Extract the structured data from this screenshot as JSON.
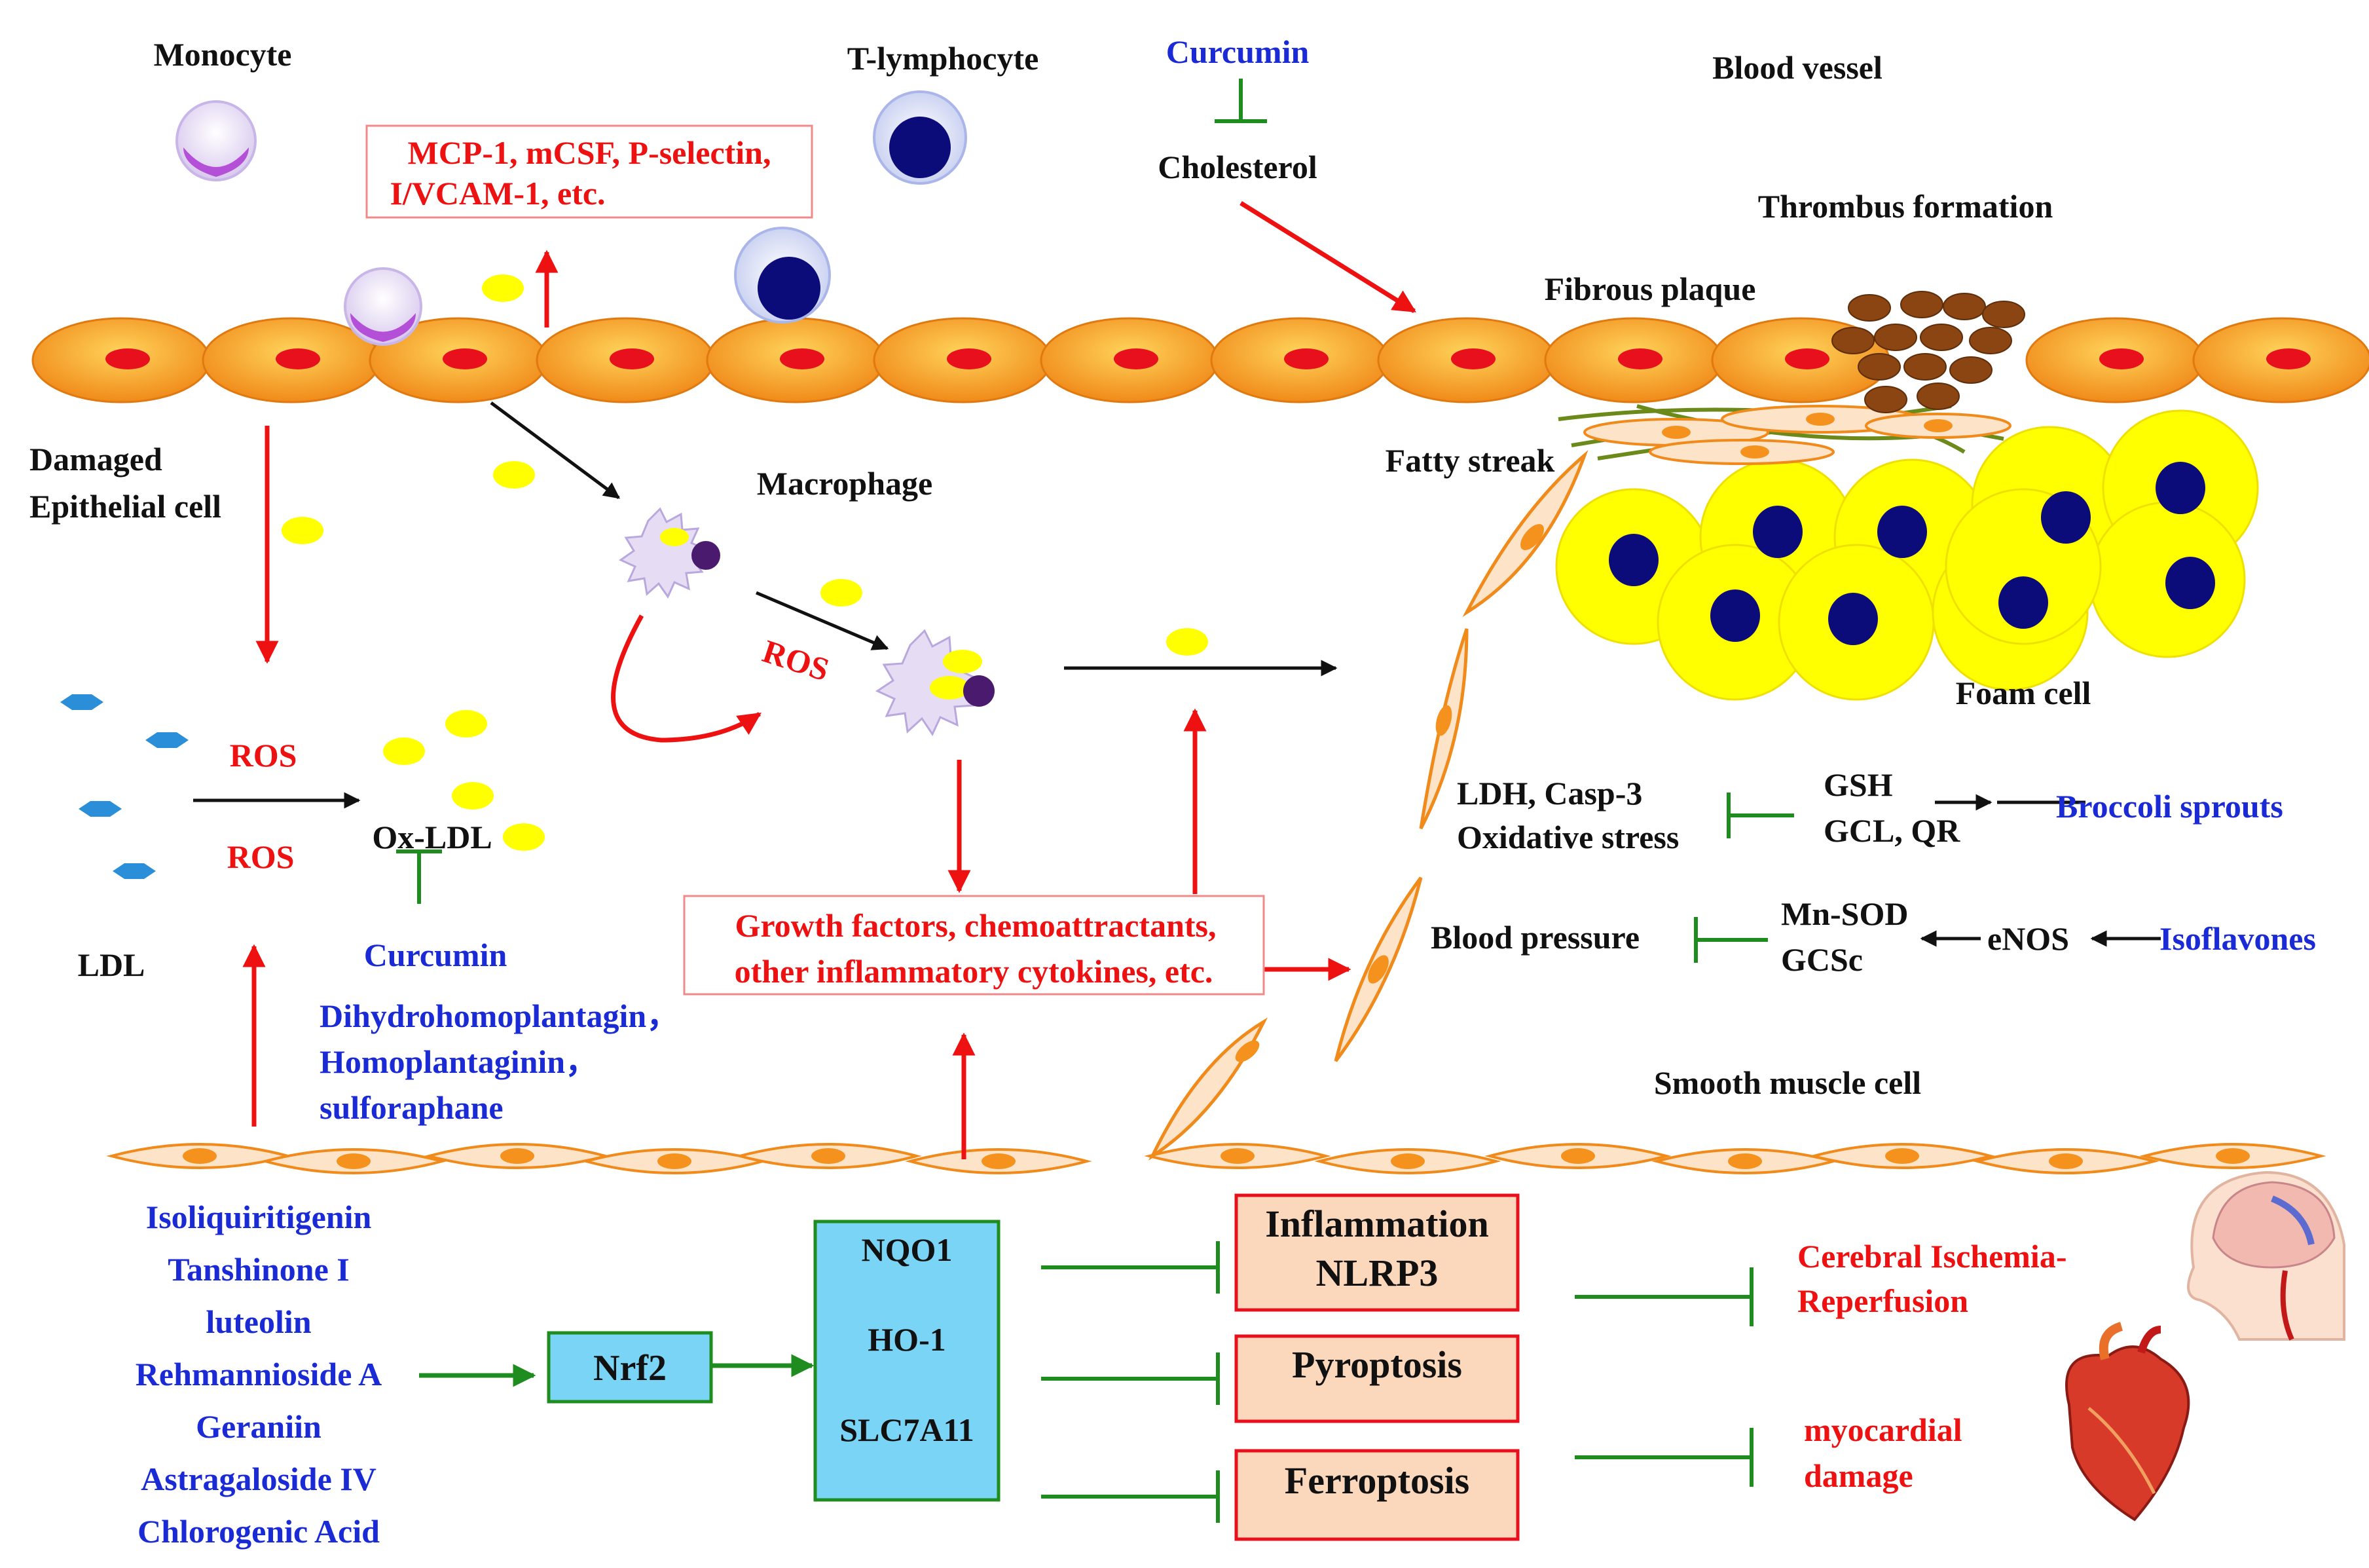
{
  "labels": {
    "monocyte": "Monocyte",
    "t_lymphocyte": "T-lymphocyte",
    "curcumin_top": "Curcumin",
    "blood_vessel": "Blood vessel",
    "cholesterol": "Cholesterol",
    "thrombus_formation": "Thrombus formation",
    "fibrous_plaque": "Fibrous plaque",
    "fatty_streak": "Fatty streak",
    "damaged_epithelial_1": "Damaged",
    "damaged_epithelial_2": "Epithelial cell",
    "macrophage": "Macrophage",
    "ros_macrophage": "ROS",
    "foam_cell": "Foam cell",
    "ros_upper": "ROS",
    "ros_lower": "ROS",
    "ox_ldl": "Ox-LDL",
    "ldl": "LDL",
    "curcumin_mid": "Curcumin",
    "smooth_muscle_cell": "Smooth muscle cell",
    "ldh_casp3": "LDH, Casp-3",
    "oxidative_stress": "Oxidative stress",
    "gsh": "GSH",
    "gcl_qr": "GCL, QR",
    "broccoli_sprouts": "Broccoli sprouts",
    "blood_pressure": "Blood pressure",
    "mn_sod": "Mn-SOD",
    "gcsc": "GCSc",
    "enos": "eNOS",
    "isoflavones": "Isoflavones",
    "cerebral_1": "Cerebral Ischemia-",
    "cerebral_2": "Reperfusion",
    "myocardial_1": "myocardial",
    "myocardial_2": "damage"
  },
  "boxes": {
    "adhesion_line1": "MCP-1, mCSF, P-selectin,",
    "adhesion_line2": "I/VCAM-1, etc.",
    "growth_line1": "Growth factors, chemoattractants,",
    "growth_line2": "other inflammatory cytokines, etc.",
    "nrf2": "Nrf2",
    "nqo1": "NQO1",
    "ho1": "HO-1",
    "slc7a11": "SLC7A11",
    "inflammation_1": "Inflammation",
    "inflammation_2": "NLRP3",
    "pyroptosis": "Pyroptosis",
    "ferroptosis": "Ferroptosis"
  },
  "compounds_mid": [
    "Dihydrohomoplantagin，",
    "Homoplantaginin，",
    "sulforaphane"
  ],
  "compounds_left": [
    "Isoliquiritigenin",
    "Tanshinone I",
    "luteolin",
    "Rehmannioside A",
    "Geraniin",
    "Astragaloside IV",
    "Chlorogenic Acid"
  ],
  "colors": {
    "endothelium": "#f5921e",
    "nucleus_red": "#e8101c",
    "lipid_yellow": "#ffff00",
    "foam_nucleus": "#0b0b7a",
    "activation_red": "#ee1111",
    "inhibition_green": "#1e8c1e",
    "compound_blue": "#1a2bd6",
    "nrf2_fill": "#7ad4f5",
    "outcome_fill": "#fbd7bc",
    "thrombus_brown": "#8b4513",
    "ldl_blue": "#2a8fd8"
  }
}
